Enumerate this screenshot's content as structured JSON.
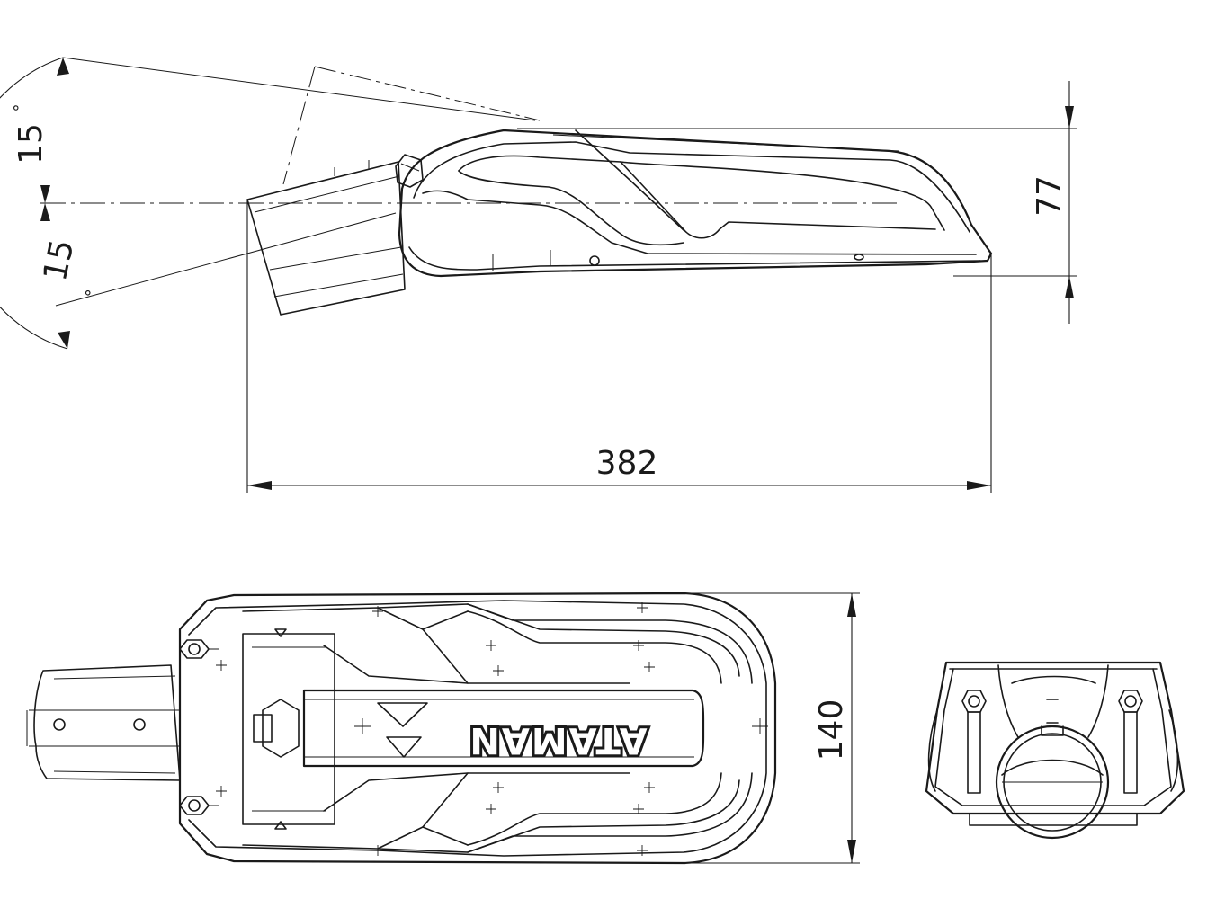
{
  "dimensions": {
    "length": "382",
    "height": "77",
    "width": "140",
    "tilt_up": "15",
    "tilt_down": "15",
    "degree_symbol": "°"
  },
  "branding": {
    "logo_text": "ATAMAN"
  }
}
